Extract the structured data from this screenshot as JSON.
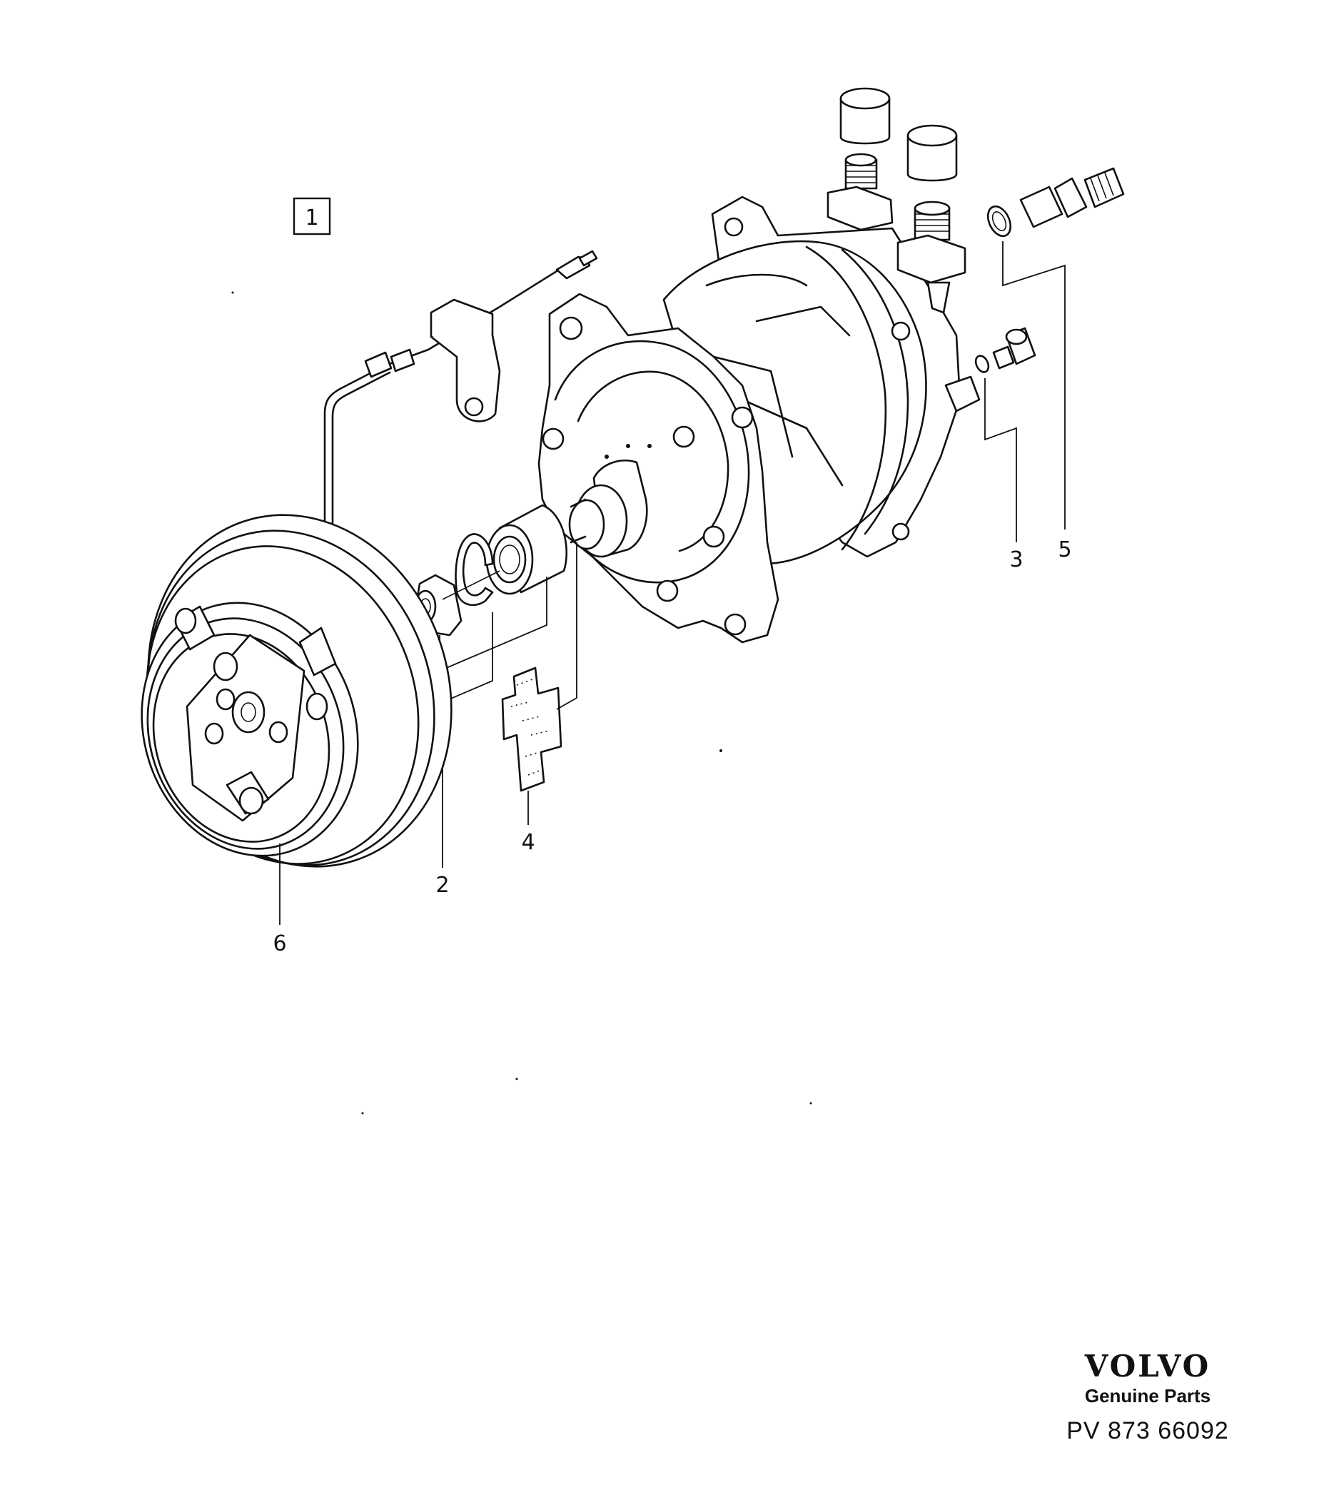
{
  "diagram": {
    "group_number": "1",
    "callouts": [
      {
        "key": "c2",
        "label": "2"
      },
      {
        "key": "c3",
        "label": "3"
      },
      {
        "key": "c4",
        "label": "4"
      },
      {
        "key": "c5",
        "label": "5"
      },
      {
        "key": "c6",
        "label": "6"
      }
    ]
  },
  "brand": {
    "logo_text": "VOLVO",
    "subtitle": "Genuine Parts",
    "drawing_code": "PV 873 66092"
  }
}
